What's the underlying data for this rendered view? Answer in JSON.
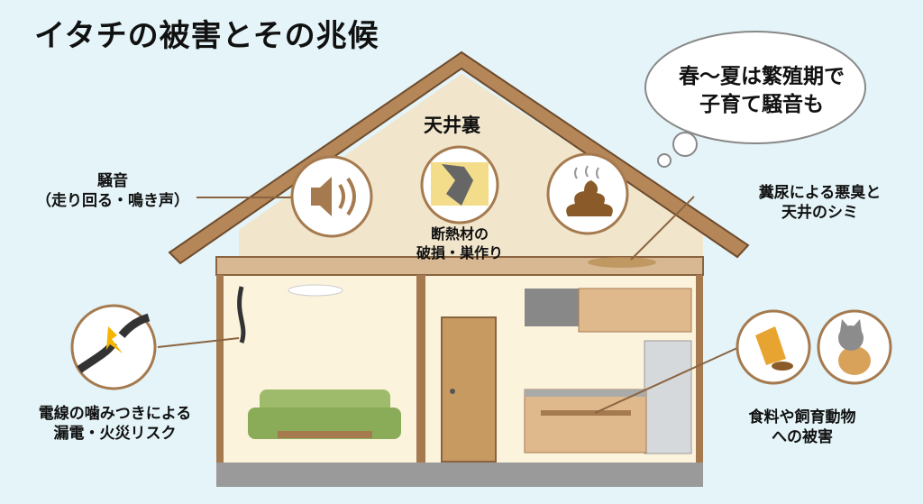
{
  "title": "イタチの被害とその兆候",
  "bubble": {
    "line1": "春〜夏は繁殖期で",
    "line2": "子育て騒音も"
  },
  "attic_label": "天井裏",
  "labels": {
    "noise": {
      "line1": "騒音",
      "line2": "（走り回る・鳴き声）"
    },
    "insulation": {
      "line1": "断熱材の",
      "line2": "破損・巣作り"
    },
    "droppings": {
      "line1": "糞尿による悪臭と",
      "line2": "天井のシミ"
    },
    "wires": {
      "line1": "電線の噛みつきによる",
      "line2": "漏電・火災リスク"
    },
    "food": {
      "line1": "食料や飼育動物",
      "line2": "への被害"
    }
  },
  "colors": {
    "background": "#e4f4f8",
    "wood": "#a57a4f",
    "wall": "#fbf3dc",
    "attic": "#f1e5cc"
  }
}
